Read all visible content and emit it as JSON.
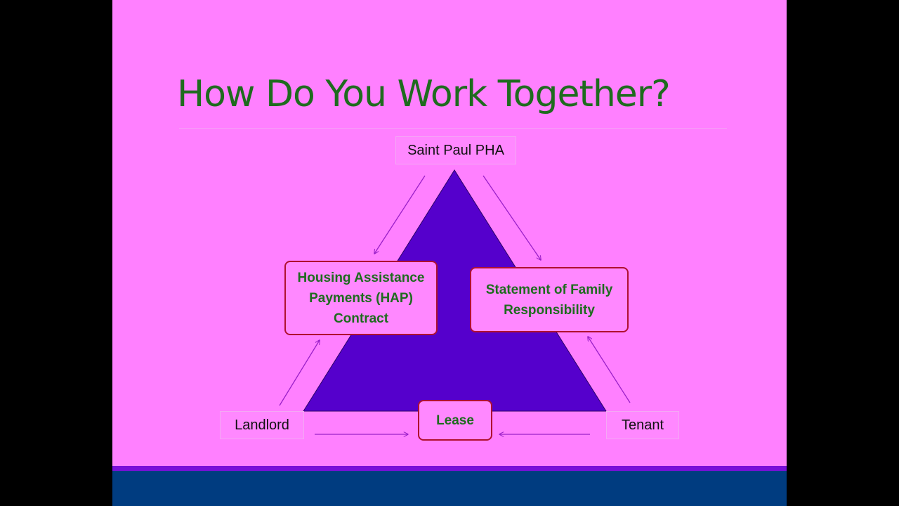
{
  "slide": {
    "title": "How Do You Work Together?",
    "colors": {
      "background": "#ff80ff",
      "title": "#1e6b1e",
      "triangle": "#5500cc",
      "box_border": "#b01030",
      "arrows": "#9a20c8",
      "footer_bar": "#003c80",
      "footer_line": "#7a0fd8"
    }
  },
  "diagram": {
    "parties": {
      "top": "Saint Paul PHA",
      "left": "Landlord",
      "right": "Tenant"
    },
    "agreements": {
      "hap_contract": "Housing Assistance Payments (HAP) Contract",
      "family_statement": "Statement of Family Responsibility",
      "lease": "Lease"
    }
  }
}
